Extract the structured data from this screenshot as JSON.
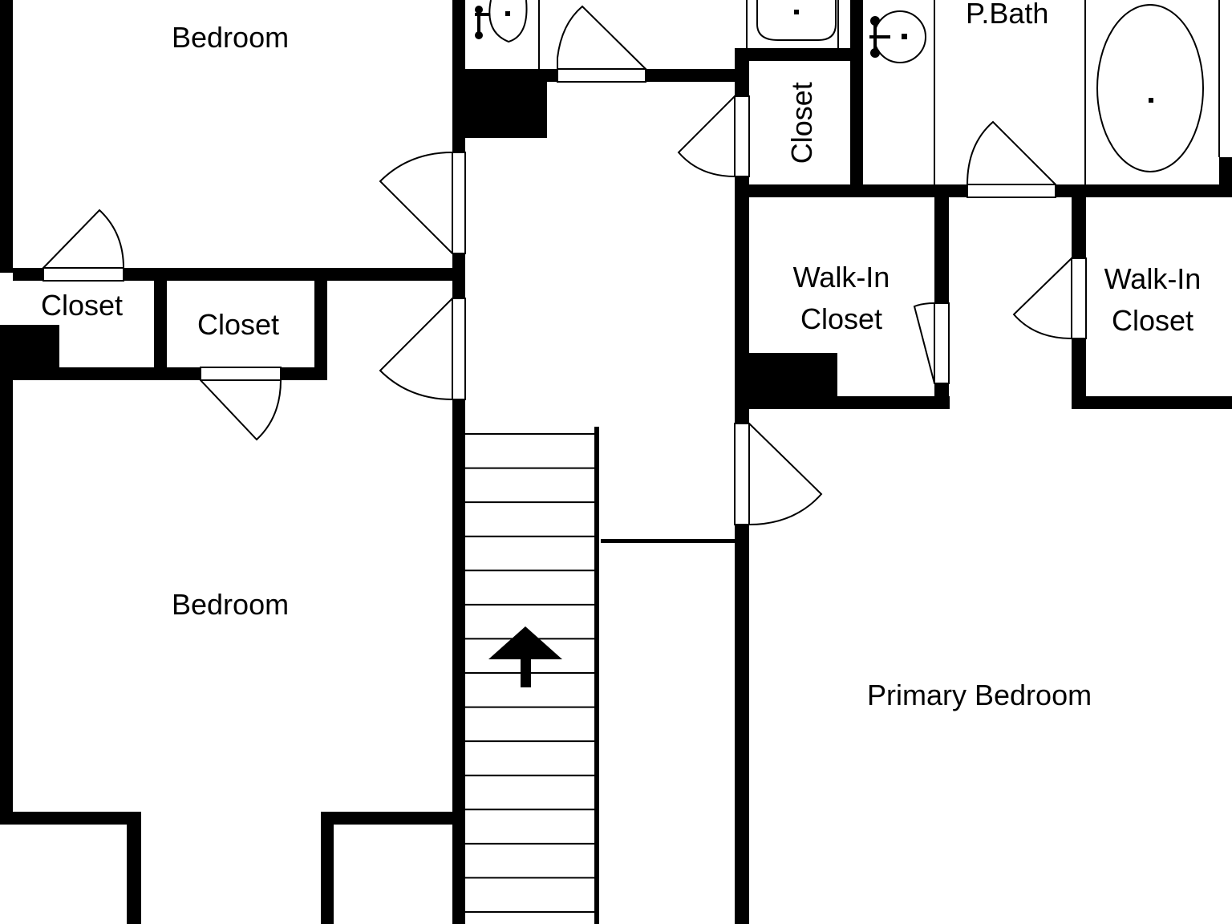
{
  "title": "",
  "colors": {
    "wall": "#000000",
    "floor": "#ffffff",
    "fixture_stroke": "#000000"
  },
  "rooms": {
    "bedroom_top": "Bedroom",
    "bedroom_bottom": "Bedroom",
    "closet_left": "Closet",
    "closet_mid": "Closet",
    "closet_hall": "Closet",
    "primary_bath": "P.Bath",
    "walkin_1": {
      "line1": "Walk-In",
      "line2": "Closet"
    },
    "walkin_2": {
      "line1": "Walk-In",
      "line2": "Closet"
    },
    "primary_bedroom": "Primary Bedroom"
  },
  "stairs": {
    "treads": 14,
    "direction": "up",
    "icon": "up-arrow-icon"
  },
  "fixtures": [
    "sink-icon",
    "sink-icon",
    "sink-icon",
    "bathtub-icon"
  ]
}
